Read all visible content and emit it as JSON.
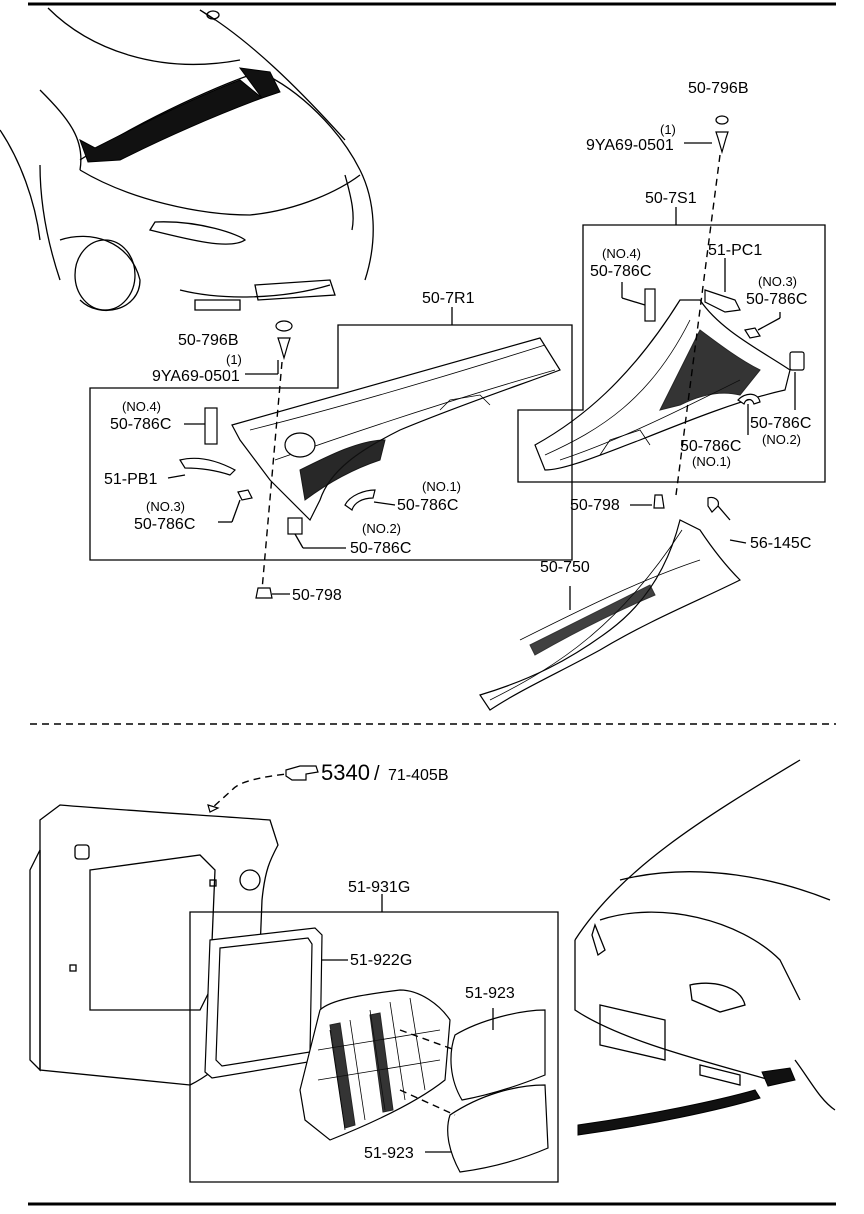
{
  "labels": {
    "l_50_796B_top": "50-796B",
    "l_1_top": "(1)",
    "l_9YA_top": "9YA69-0501",
    "l_50_7S1": "50-7S1",
    "l_no4_r": "(NO.4)",
    "l_786_no4_r": "50-786C",
    "l_51_PC1": "51-PC1",
    "l_no3_r": "(NO.3)",
    "l_786_no3_r": "50-786C",
    "l_786_no2_r": "50-786C",
    "l_no2_r": "(NO.2)",
    "l_786_no1_r": "50-786C",
    "l_no1_r": "(NO.1)",
    "l_50_7R1": "50-7R1",
    "l_50_796B_left": "50-796B",
    "l_1_left": "(1)",
    "l_9YA_left": "9YA69-0501",
    "l_no4_l": "(NO.4)",
    "l_786_no4_l": "50-786C",
    "l_51_PB1": "51-PB1",
    "l_no3_l": "(NO.3)",
    "l_786_no3_l": "50-786C",
    "l_no1_l": "(NO.1)",
    "l_786_no1_l": "50-786C",
    "l_no2_l": "(NO.2)",
    "l_786_no2_l": "50-786C",
    "l_50_798_left": "50-798",
    "l_50_798_mid": "50-798",
    "l_56_145C": "56-145C",
    "l_50_750": "50-750",
    "l_5340": "5340",
    "l_slash": "/",
    "l_71_405B": "71-405B",
    "l_51_931G": "51-931G",
    "l_51_922G": "51-922G",
    "l_51_923_a": "51-923",
    "l_51_923_b": "51-923"
  },
  "icons": {
    "reference_pointer": "pointing-hand-icon"
  }
}
